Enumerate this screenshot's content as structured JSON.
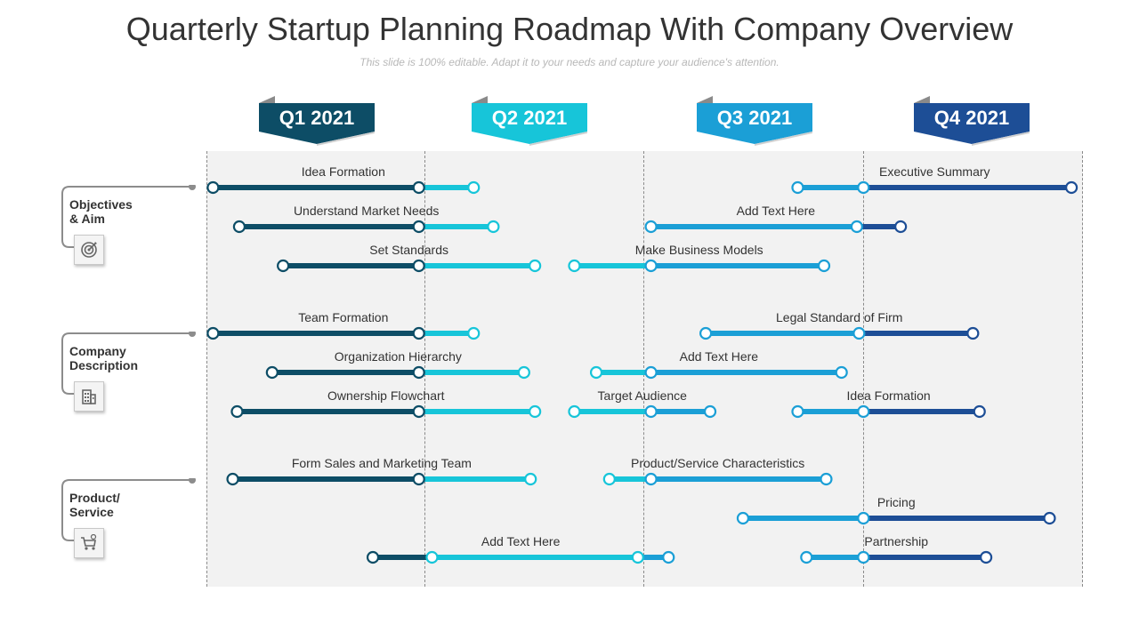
{
  "title": "Quarterly Startup Planning Roadmap With Company Overview",
  "subtitle": "This slide is 100% editable. Adapt it to your needs and capture your audience's attention.",
  "colors": {
    "dark_teal": "#0d4d66",
    "cyan": "#17c5d9",
    "blue": "#1b9fd6",
    "navy": "#1d4e96",
    "grid_bg": "#f2f2f2"
  },
  "quarters": [
    {
      "label": "Q1 2021",
      "color": "#0d4d66"
    },
    {
      "label": "Q2 2021",
      "color": "#17c5d9"
    },
    {
      "label": "Q3 2021",
      "color": "#1b9fd6"
    },
    {
      "label": "Q4 2021",
      "color": "#1d4e96"
    }
  ],
  "sections": [
    {
      "label_line1": "Objectives",
      "label_line2": "& Aim",
      "icon": "target-icon"
    },
    {
      "label_line1": "Company",
      "label_line2": "Description",
      "icon": "building-icon"
    },
    {
      "label_line1": "Product/",
      "label_line2": "Service",
      "icon": "cart-icon"
    }
  ],
  "tasks": [
    {
      "label": "Idea Formation",
      "start": 0.03,
      "end": 1.22,
      "split": 0.97
    },
    {
      "label": "Understand Market Needs",
      "start": 0.15,
      "end": 1.31,
      "split": 0.97
    },
    {
      "label": "Set Standards",
      "start": 0.35,
      "end": 1.5,
      "split": 0.97
    },
    {
      "label": "Executive Summary",
      "start": 2.7,
      "end": 3.95,
      "split": 3.0
    },
    {
      "label": "Add Text Here",
      "start": 2.03,
      "end": 3.17,
      "split": 2.97
    },
    {
      "label": "Make Business Models",
      "start": 1.68,
      "end": 2.82,
      "split": 2.03
    },
    {
      "label": "Team Formation",
      "start": 0.03,
      "end": 1.22,
      "split": 0.97
    },
    {
      "label": "Organization Hierarchy",
      "start": 0.3,
      "end": 1.45,
      "split": 0.97
    },
    {
      "label": "Ownership Flowchart",
      "start": 0.14,
      "end": 1.5,
      "split": 0.97
    },
    {
      "label": "Legal Standard of Firm",
      "start": 2.28,
      "end": 3.5,
      "split": 2.98
    },
    {
      "label": "Add Text Here",
      "start": 1.78,
      "end": 2.9,
      "split": 2.03
    },
    {
      "label": "Target Audience",
      "start": 1.68,
      "end": 2.3,
      "split": 2.03
    },
    {
      "label": "Idea Formation",
      "start": 2.7,
      "end": 3.53,
      "split": 3.0
    },
    {
      "label": "Form Sales and Marketing Team",
      "start": 0.12,
      "end": 1.48,
      "split": 0.97
    },
    {
      "label": "Product/Service Characteristics",
      "start": 1.84,
      "end": 2.83,
      "split": 2.03
    },
    {
      "label": "Pricing",
      "start": 2.45,
      "end": 3.85,
      "split": 3.0
    },
    {
      "label": "Add Text Here",
      "start": 0.76,
      "end": 2.11,
      "split": 1.03,
      "split2": 1.97
    },
    {
      "label": "Partnership",
      "start": 2.74,
      "end": 3.56,
      "split": 3.0
    }
  ]
}
